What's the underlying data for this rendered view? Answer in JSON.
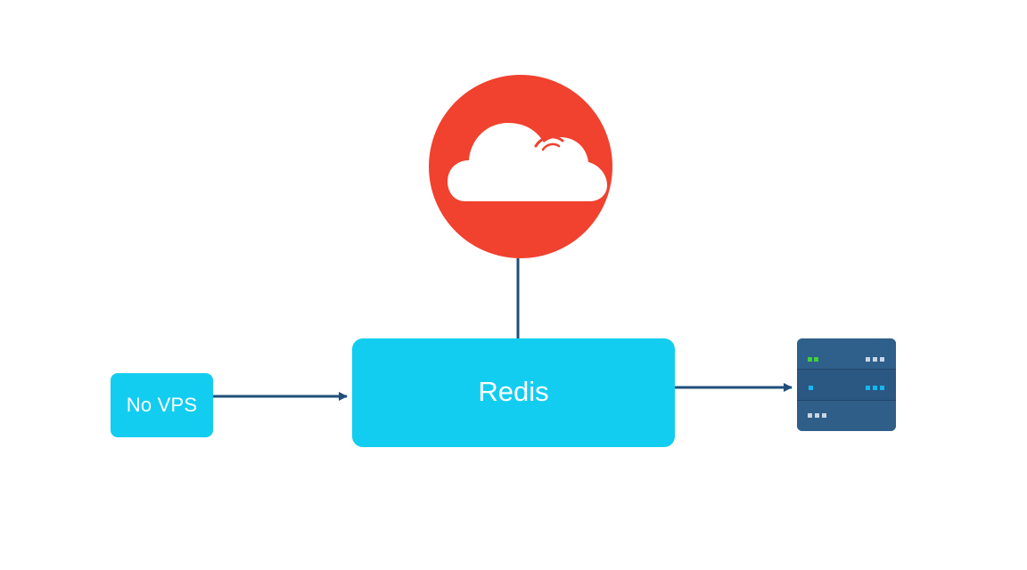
{
  "diagram": {
    "nodes": {
      "cloud": {
        "icon": "cloud-icon",
        "color": "#f1412f"
      },
      "vps": {
        "label": "No VPS",
        "color": "#13cdf0"
      },
      "redis": {
        "label": "Redis",
        "color": "#13cdf0"
      },
      "server": {
        "icon": "server-rack-icon",
        "color": "#2f5e89"
      }
    },
    "edges": [
      {
        "from": "cloud",
        "to": "redis",
        "style": "line"
      },
      {
        "from": "vps",
        "to": "redis",
        "style": "arrow"
      },
      {
        "from": "redis",
        "to": "server",
        "style": "arrow"
      }
    ],
    "edge_color": "#1f4f7a",
    "status_colors": {
      "green": "#3fd23a",
      "blue": "#14b8f0",
      "gray": "#c9d6e4"
    }
  }
}
